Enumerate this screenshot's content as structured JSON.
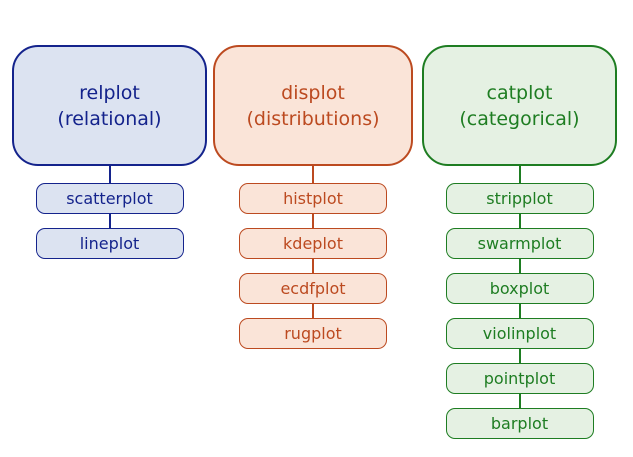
{
  "columns": [
    {
      "title": "relplot",
      "subtitle": "(relational)",
      "dark_color": "#14238c",
      "fill_color": "#dce3f1",
      "items": [
        {
          "label": "scatterplot"
        },
        {
          "label": "lineplot"
        }
      ]
    },
    {
      "title": "displot",
      "subtitle": "(distributions)",
      "dark_color": "#bc4a20",
      "fill_color": "#fae4d8",
      "items": [
        {
          "label": "histplot"
        },
        {
          "label": "kdeplot"
        },
        {
          "label": "ecdfplot"
        },
        {
          "label": "rugplot"
        }
      ]
    },
    {
      "title": "catplot",
      "subtitle": "(categorical)",
      "dark_color": "#1e7d22",
      "fill_color": "#e5f1e3",
      "items": [
        {
          "label": "stripplot"
        },
        {
          "label": "swarmplot"
        },
        {
          "label": "boxplot"
        },
        {
          "label": "violinplot"
        },
        {
          "label": "pointplot"
        },
        {
          "label": "barplot"
        }
      ]
    }
  ]
}
